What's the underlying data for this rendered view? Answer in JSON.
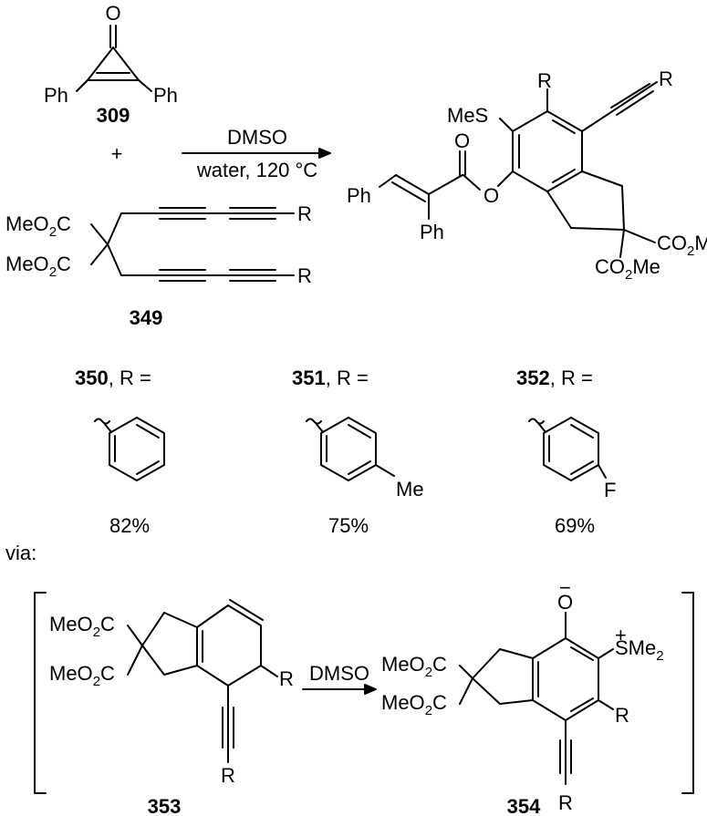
{
  "reactants": {
    "cyclopropenone": {
      "o": "O",
      "ph_left": "Ph",
      "ph_right": "Ph",
      "number": "309"
    },
    "plus": "+",
    "tetrayne": {
      "ester1": "MeO",
      "ester1_sub": "2",
      "ester1_c": "C",
      "ester2": "MeO",
      "ester2_sub": "2",
      "ester2_c": "C",
      "r1": "R",
      "r2": "R",
      "number": "349"
    }
  },
  "conditions": {
    "reagent": "DMSO",
    "detail": "water, 120 °C"
  },
  "product": {
    "mes": "MeS",
    "r_top": "R",
    "r_alkyne": "R",
    "o_carbonyl": "O",
    "o_ester": "O",
    "ph_vinyl": "Ph",
    "ph_alpha": "Ph",
    "co2me_1": "CO",
    "co2me_1_sub": "2",
    "co2me_1_me": "Me",
    "co2me_2": "CO",
    "co2me_2_sub": "2",
    "co2me_2_me": "Me"
  },
  "substituents": [
    {
      "number": "350",
      "label": ", R =",
      "yield": "82%",
      "para": ""
    },
    {
      "number": "351",
      "label": ", R =",
      "yield": "75%",
      "para": "Me"
    },
    {
      "number": "352",
      "label": ", R =",
      "yield": "69%",
      "para": "F"
    }
  ],
  "via": "via:",
  "intermediates": {
    "aryne": {
      "ester1": "MeO",
      "ester1_sub": "2",
      "ester1_c": "C",
      "ester2": "MeO",
      "ester2_sub": "2",
      "ester2_c": "C",
      "r_ring": "R",
      "r_alkyne": "R",
      "number": "353"
    },
    "arrow_label": "DMSO",
    "zwitterion": {
      "o": "O",
      "o_charge": "−",
      "s": "SMe",
      "s_sub": "2",
      "s_charge": "+",
      "ester1": "MeO",
      "ester1_sub": "2",
      "ester1_c": "C",
      "ester2": "MeO",
      "ester2_sub": "2",
      "ester2_c": "C",
      "r_ring": "R",
      "r_alkyne": "R",
      "number": "354"
    }
  }
}
